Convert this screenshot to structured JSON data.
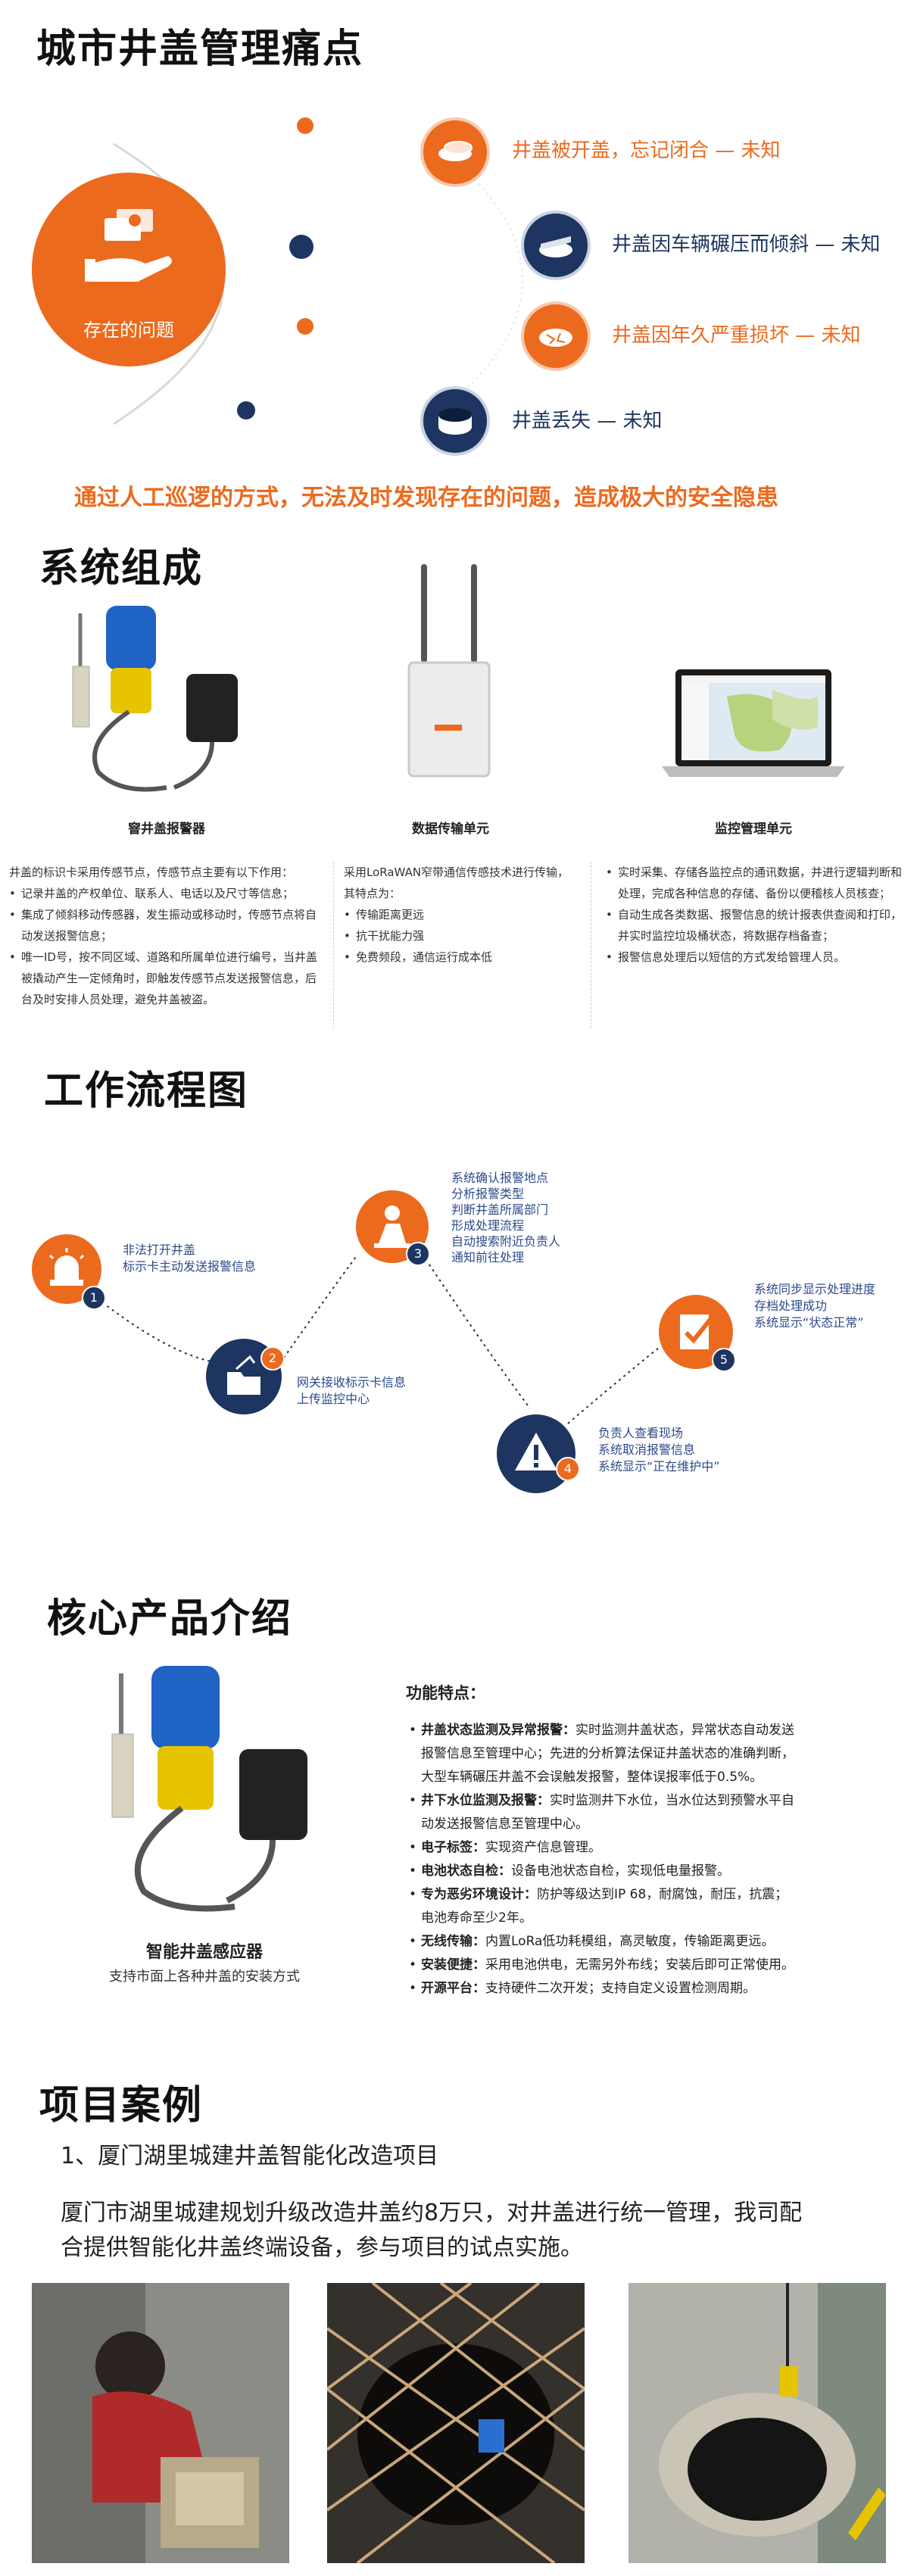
{
  "pain": {
    "title": "城市井盖管理痛点",
    "center_label": "存在的问题",
    "items": [
      {
        "text": "井盖被开盖，忘记闭合 — 未知",
        "color": "#ec6a1e"
      },
      {
        "text": "井盖因车辆碾压而倾斜 — 未知",
        "color": "#1d3560"
      },
      {
        "text": "井盖因年久严重损坏 — 未知",
        "color": "#ec6a1e"
      },
      {
        "text": "井盖丢失 — 未知",
        "color": "#1d3560"
      }
    ],
    "conclusion": "通过人工巡逻的方式，无法及时发现存在的问题，造成极大的安全隐患"
  },
  "system": {
    "title": "系统组成",
    "units": [
      {
        "caption": "窨井盖报警器",
        "intro": "井盖的标识卡采用传感节点，传感节点主要有以下作用：",
        "bullets": [
          "记录井盖的产权单位、联系人、电话以及尺寸等信息；",
          "集成了倾斜移动传感器，发生振动或移动时，传感节点将自动发送报警信息；",
          "唯一ID号，按不同区域、道路和所属单位进行编号，当井盖被撬动产生一定倾角时，即触发传感节点发送报警信息，后台及时安排人员处理，避免井盖被盗。"
        ]
      },
      {
        "caption": "数据传输单元",
        "intro": "采用LoRaWAN窄带通信传感技术进行传输，其特点为：",
        "bullets": [
          "传输距离更远",
          "抗干扰能力强",
          "免费频段，通信运行成本低"
        ]
      },
      {
        "caption": "监控管理单元",
        "intro": "",
        "bullets": [
          "实时采集、存储各监控点的通讯数据，并进行逻辑判断和处理，完成各种信息的存储、备份以便稽核人员核查；",
          "自动生成各类数据、报警信息的统计报表供查阅和打印，并实时监控垃圾桶状态，将数据存档备查；",
          "报警信息处理后以短信的方式发给管理人员。"
        ]
      }
    ]
  },
  "workflow": {
    "title": "工作流程图",
    "steps": [
      {
        "num": "1",
        "lines": [
          "非法打开井盖",
          "标示卡主动发送报警信息"
        ]
      },
      {
        "num": "2",
        "lines": [
          "网关接收标示卡信息",
          "上传监控中心"
        ]
      },
      {
        "num": "3",
        "lines": [
          "系统确认报警地点",
          "分析报警类型",
          "判断井盖所属部门",
          "形成处理流程",
          "自动搜索附近负责人",
          "通知前往处理"
        ]
      },
      {
        "num": "4",
        "lines": [
          "负责人查看现场",
          "系统取消报警信息",
          "系统显示“正在维护中”"
        ]
      },
      {
        "num": "5",
        "lines": [
          "系统同步显示处理进度",
          "存档处理成功",
          "系统显示“状态正常”"
        ]
      }
    ]
  },
  "product": {
    "title": "核心产品介绍",
    "name": "智能井盖感应器",
    "subtitle": "支持市面上各种井盖的安装方式",
    "features_title": "功能特点：",
    "features": [
      {
        "label": "井盖状态监测及异常报警：",
        "lines": [
          "实时监测井盖状态，异常状态自动发送",
          "报警信息至管理中心；先进的分析算法保证井盖状态的准确判断，",
          "大型车辆碾压井盖不会误触发报警，整体误报率低于0.5%。"
        ]
      },
      {
        "label": "井下水位监测及报警：",
        "lines": [
          "实时监测井下水位，当水位达到预警水平自",
          "动发送报警信息至管理中心。"
        ]
      },
      {
        "label": "电子标签：",
        "lines": [
          "实现资产信息管理。"
        ]
      },
      {
        "label": "电池状态自检：",
        "lines": [
          "设备电池状态自检，实现低电量报警。"
        ]
      },
      {
        "label": "专为恶劣环境设计：",
        "lines": [
          "防护等级达到IP 68，耐腐蚀，耐压，抗震；",
          "电池寿命至少2年。"
        ]
      },
      {
        "label": "无线传输：",
        "lines": [
          "内置LoRa低功耗模组，高灵敏度，传输距离更远。"
        ]
      },
      {
        "label": "安装便捷：",
        "lines": [
          "采用电池供电，无需另外布线；安装后即可正常使用。"
        ]
      },
      {
        "label": "开源平台：",
        "lines": [
          "支持硬件二次开发；支持自定义设置检测周期。"
        ]
      }
    ]
  },
  "cases": {
    "title": "项目案例",
    "subtitle": "1、厦门湖里城建井盖智能化改造项目",
    "paragraph_lines": [
      "厦门市湖里城建规划升级改造井盖约8万只，对井盖进行统一管理，我司配",
      "合提供智能化井盖终端设备，参与项目的试点实施。"
    ]
  },
  "colors": {
    "accent": "#ec6a1e",
    "navy": "#1d3560"
  }
}
